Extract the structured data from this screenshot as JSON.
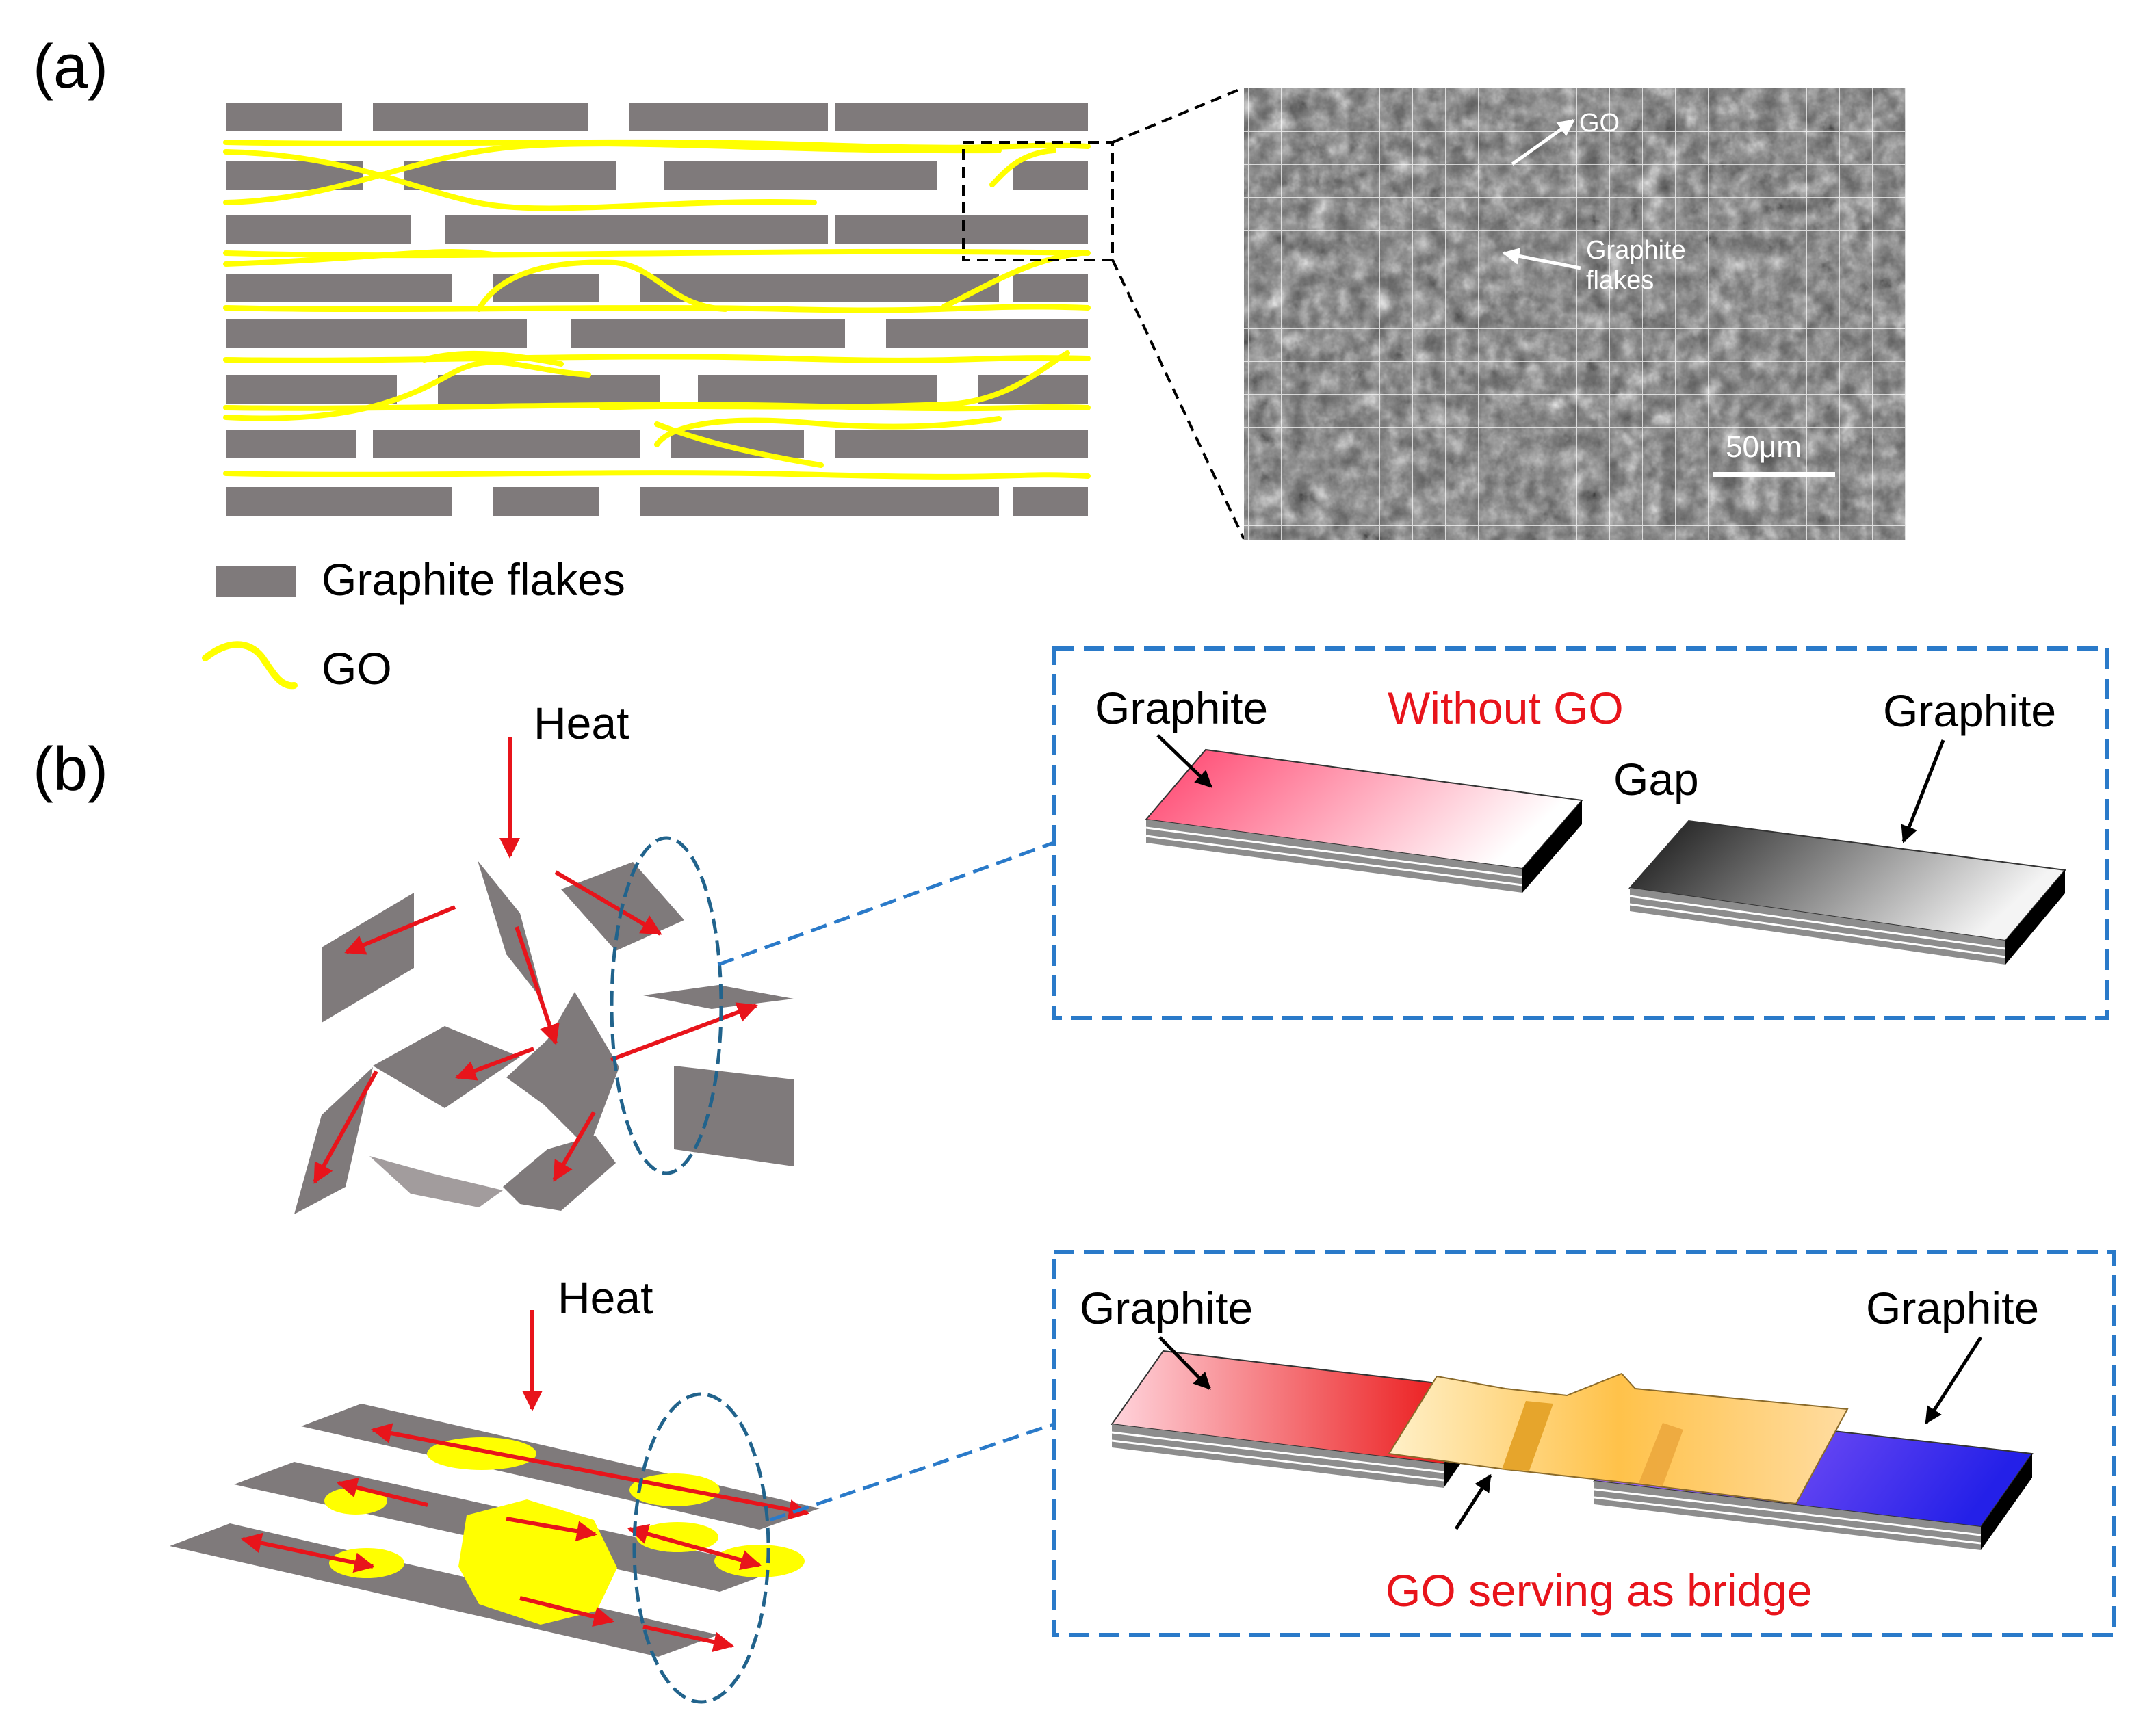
{
  "panel_a": {
    "label": "(a)",
    "legend": {
      "flakes": "Graphite flakes",
      "go": "GO"
    },
    "sem": {
      "go_label": "GO",
      "flake_label_1": "Graphite",
      "flake_label_2": "flakes",
      "scale_bar": "50μm"
    }
  },
  "panel_b": {
    "label": "(b)",
    "heat_top": "Heat",
    "heat_bottom": "Heat",
    "box_top": {
      "left": "Graphite",
      "title": "Without GO",
      "gap": "Gap",
      "right": "Graphite"
    },
    "box_bottom": {
      "left": "Graphite",
      "right": "Graphite",
      "caption": "GO serving as bridge"
    }
  },
  "colors": {
    "flake": "#7f7a7b",
    "go": "#ffff00",
    "arrow": "#e8141b",
    "dashed_box": "#2a7ac9",
    "ellipse": "#21638c",
    "red_text": "#e8141b"
  }
}
